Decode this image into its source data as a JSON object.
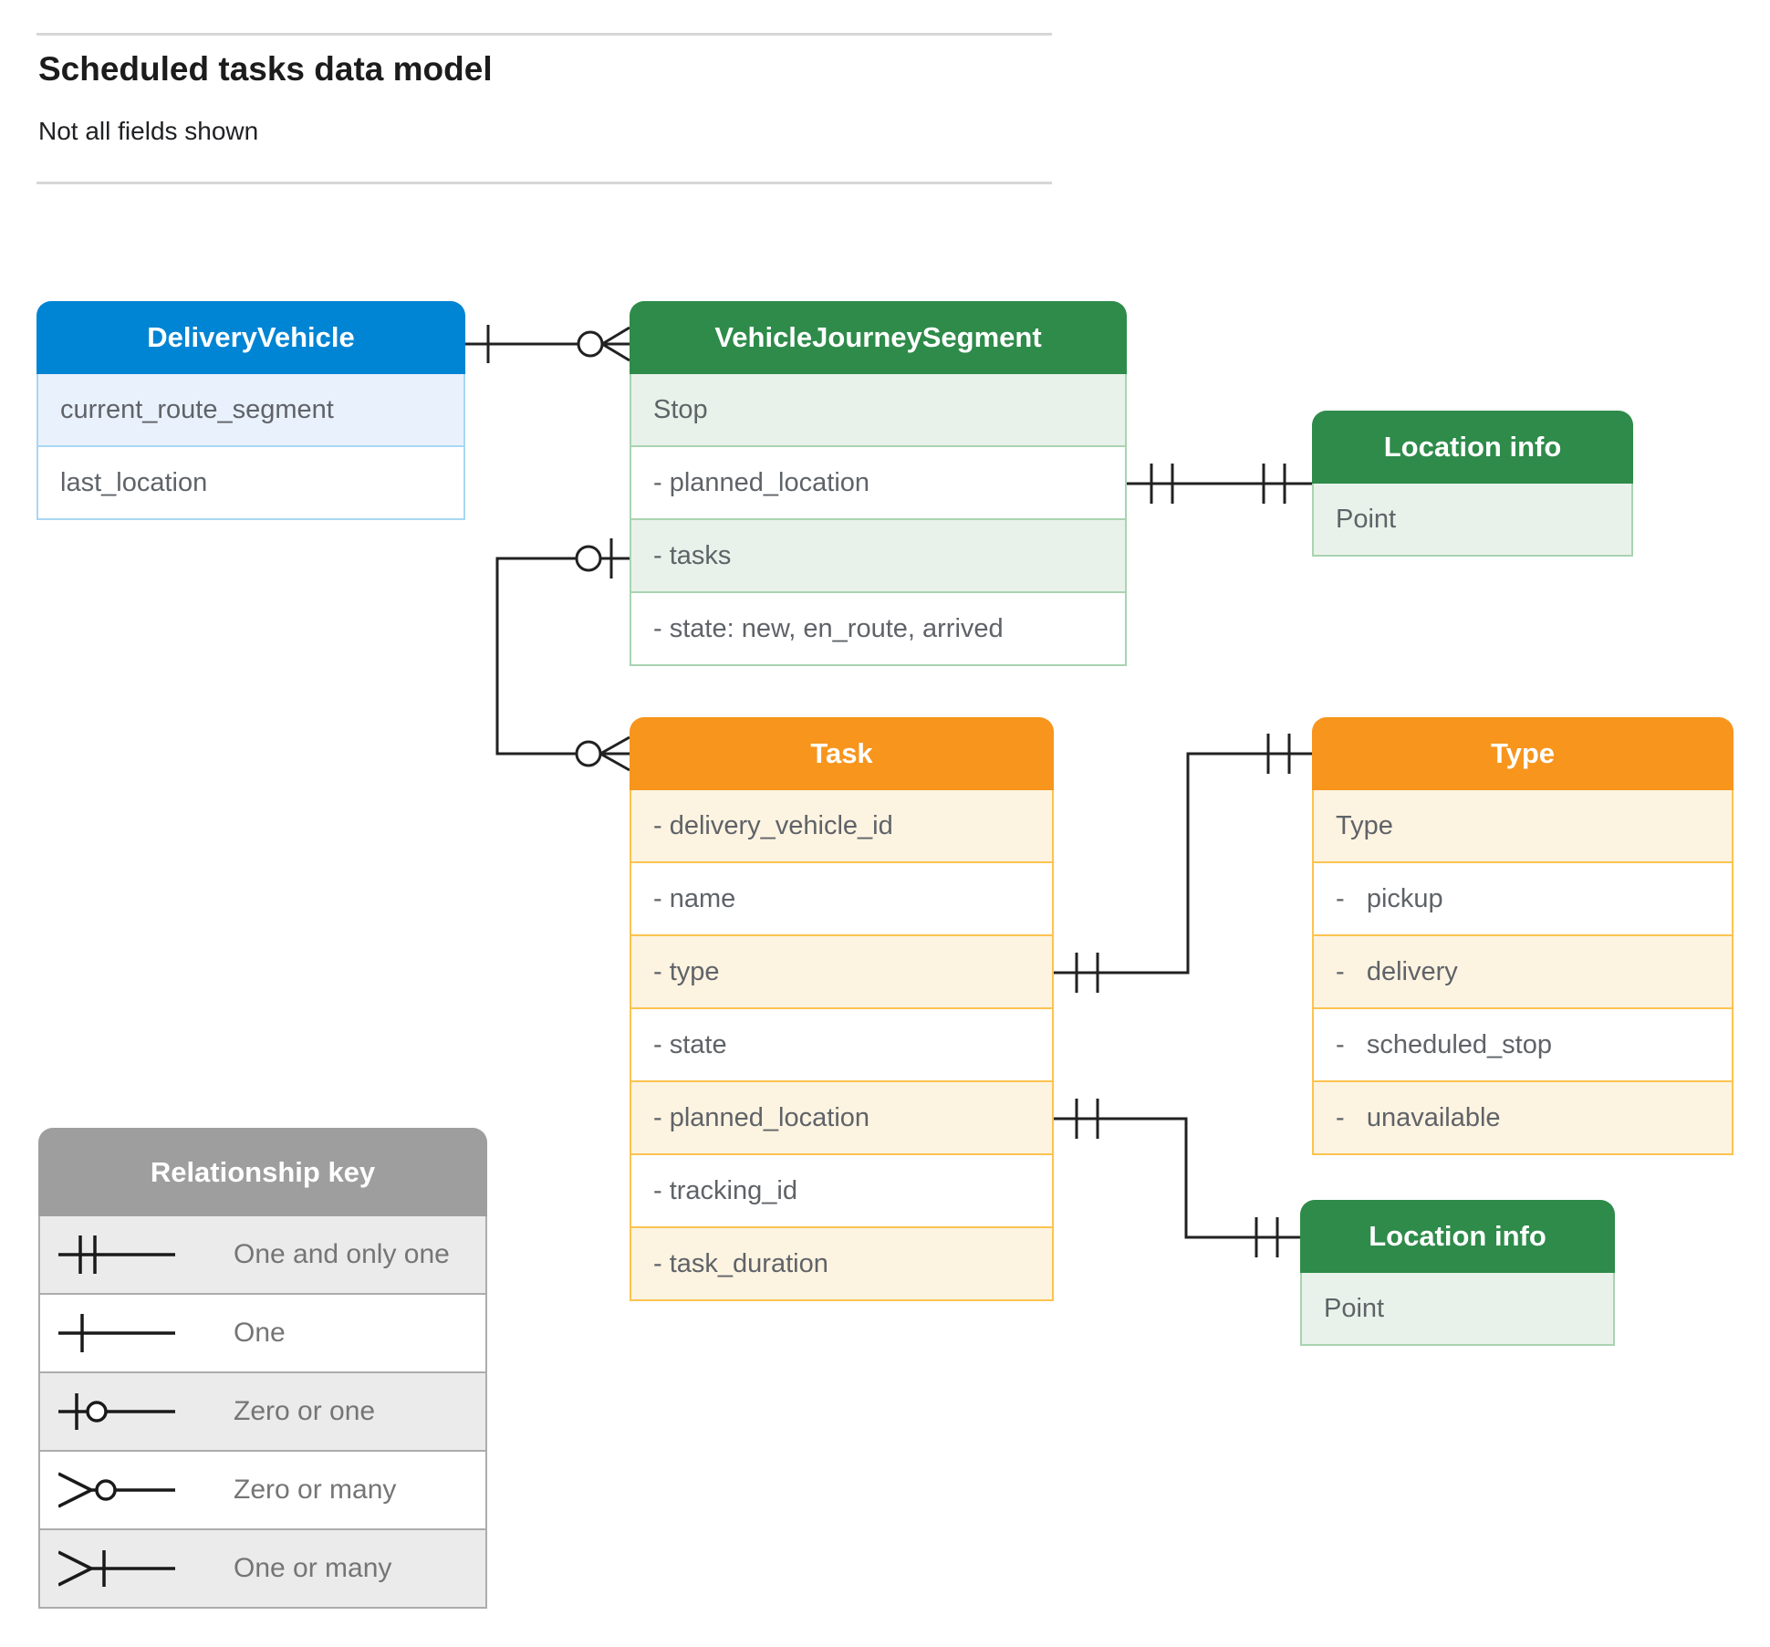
{
  "page": {
    "title": "Scheduled tasks data model",
    "subtitle": "Not all fields shown"
  },
  "entities": {
    "delivery_vehicle": {
      "title": "DeliveryVehicle",
      "rows": [
        "current_route_segment",
        "last_location"
      ]
    },
    "vehicle_journey_segment": {
      "title": "VehicleJourneySegment",
      "rows": [
        "Stop",
        "- planned_location",
        "- tasks",
        "- state: new, en_route, arrived"
      ]
    },
    "location_info_top": {
      "title": "Location info",
      "rows": [
        "Point"
      ]
    },
    "task": {
      "title": "Task",
      "rows": [
        "- delivery_vehicle_id",
        "- name",
        "- type",
        "- state",
        "- planned_location",
        "- tracking_id",
        "- task_duration"
      ]
    },
    "type": {
      "title": "Type",
      "rows": [
        "Type",
        "-   pickup",
        "-   delivery",
        "-   scheduled_stop",
        "-   unavailable"
      ]
    },
    "location_info_bottom": {
      "title": "Location info",
      "rows": [
        "Point"
      ]
    }
  },
  "legend": {
    "title": "Relationship key",
    "items": [
      {
        "symbol": "one-and-only-one-symbol",
        "label": "One and only one"
      },
      {
        "symbol": "one-symbol",
        "label": "One"
      },
      {
        "symbol": "zero-or-one-symbol",
        "label": "Zero or one"
      },
      {
        "symbol": "zero-or-many-symbol",
        "label": "Zero or many"
      },
      {
        "symbol": "one-or-many-symbol",
        "label": "One or many"
      }
    ]
  },
  "colors": {
    "blue_header": "#0084d4",
    "blue_border": "#a9d7f3",
    "blue_tint": "#e9f1fc",
    "green_header": "#2e8b4a",
    "green_border": "#a9d3b1",
    "green_tint": "#e9f2ea",
    "orange_header": "#f7951d",
    "orange_border": "#fcc34f",
    "orange_tint": "#fdf3e1",
    "legend_header": "#9e9e9e",
    "legend_tint": "#ebebeb",
    "row_text": "#5f6368",
    "legend_text": "#757575",
    "connector": "#212121"
  }
}
